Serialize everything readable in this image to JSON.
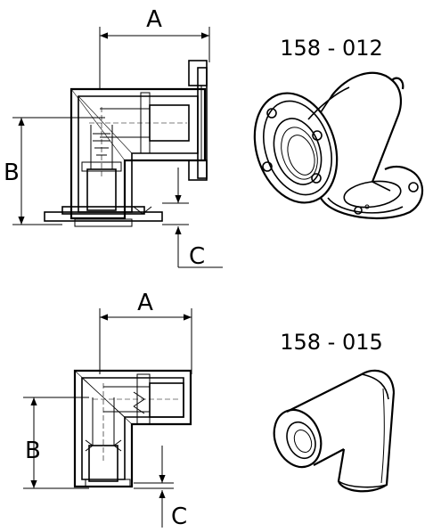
{
  "figures": [
    {
      "part_number": "158 - 012",
      "dimension_labels": {
        "a": "A",
        "b": "B",
        "c": "C"
      }
    },
    {
      "part_number": "158 - 015",
      "dimension_labels": {
        "a": "A",
        "b": "B",
        "c": "C"
      }
    }
  ]
}
